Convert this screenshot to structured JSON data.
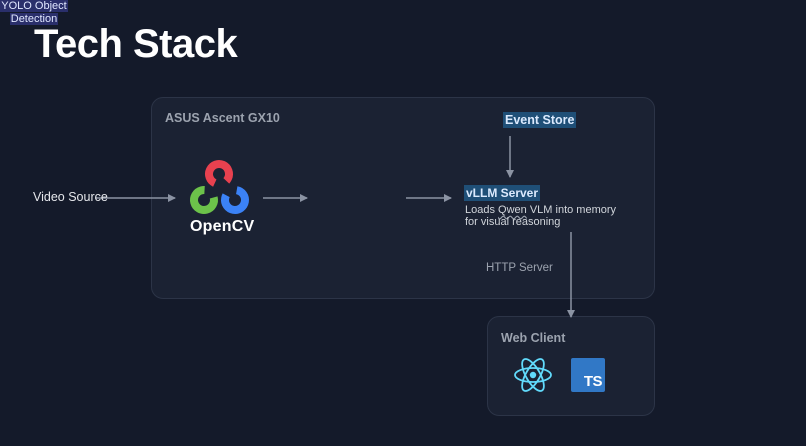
{
  "slide": {
    "title": "Tech Stack"
  },
  "groups": {
    "gx10": {
      "label": "ASUS Ascent GX10"
    },
    "web_client": {
      "label": "Web Client"
    }
  },
  "nodes": {
    "video_source": "Video Source",
    "opencv": "OpenCV",
    "yolo_line1": "YOLO Object",
    "yolo_line2": "Detection",
    "event_store": "Event Store",
    "vllm": "vLLM Server",
    "vllm_desc_pre": "Loads ",
    "vllm_desc_qwen": "Qwen",
    "vllm_desc_post": " VLM into memory",
    "vllm_desc_line2": "for visual reasoning",
    "http_server": "HTTP Server"
  },
  "icons": {
    "opencv": "opencv-logo-icon",
    "react": "react-icon",
    "typescript": "typescript-icon",
    "typescript_text": "TS"
  },
  "colors": {
    "background": "#141a2a",
    "highlight_blue": "#1f4f77",
    "highlight_indigo": "#2a2f6b",
    "opencv_red": "#e8414f",
    "opencv_green": "#6cc24a",
    "opencv_blue": "#3b82f6",
    "react_cyan": "#61dafb",
    "ts_blue": "#3178c6"
  }
}
